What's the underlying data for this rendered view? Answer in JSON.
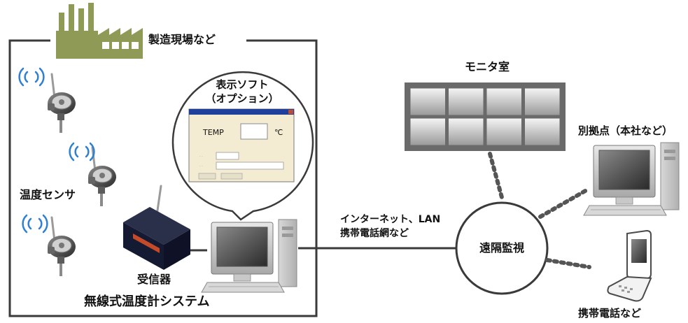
{
  "factory": {
    "label": "製造現場など"
  },
  "system": {
    "label": "無線式温度計システム"
  },
  "sensors": {
    "label": "温度センサ"
  },
  "receiver": {
    "label": "受信器"
  },
  "software": {
    "title_line1": "表示ソフト",
    "title_line2": "（オプション）",
    "window": {
      "temp_label": "TEMP",
      "unit": "℃"
    }
  },
  "network": {
    "line1": "インターネット、LAN",
    "line2": "携帯電話網など"
  },
  "remote": {
    "label": "遠隔監視"
  },
  "monitor_room": {
    "label": "モニタ室",
    "screens": {
      "rows": 2,
      "cols": 4
    }
  },
  "branch": {
    "label": "別拠点（本社など）"
  },
  "mobile": {
    "label": "携帯電話など"
  },
  "colors": {
    "factory": "#8e9a55",
    "frame": "#3a3a3a",
    "signal_waves": "#2f7fd2",
    "window_bg": "#f3ecd2",
    "window_title": "#1f3f9a",
    "receiver_body": "#151a33",
    "receiver_label": "#c44a28",
    "monitor_screen": "#b8b8b8"
  }
}
